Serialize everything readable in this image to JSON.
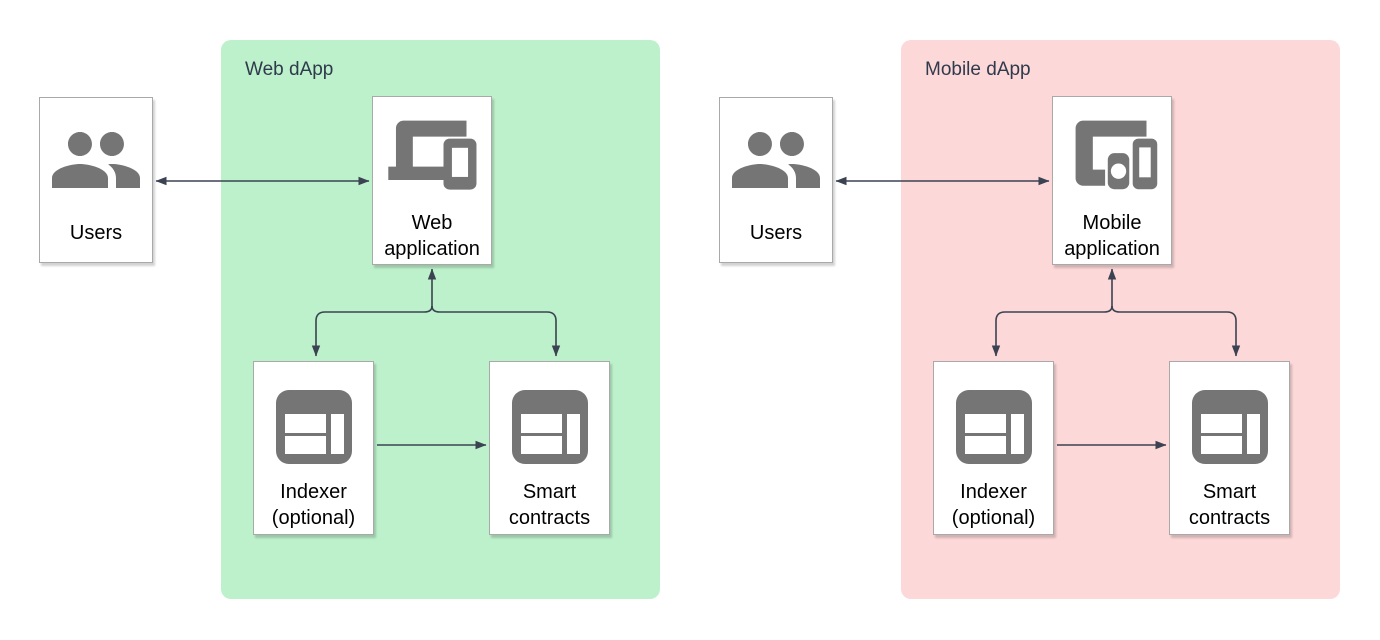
{
  "colors": {
    "panel_green": "#bdf1cb",
    "panel_pink": "#fdd8d8",
    "icon_gray": "#757575",
    "arrow": "#3b4252",
    "box_border": "#a9a9a9",
    "title_text": "#2f3a4d",
    "label_text": "#000000",
    "node_background": "#ffffff",
    "page_background": "#ffffff"
  },
  "icons": {
    "users": "people-icon",
    "web_app": "laptop-and-phone-icon",
    "mobile_app": "tablet-watch-phone-icon",
    "indexer": "browser-window-icon",
    "contracts": "browser-window-icon"
  },
  "web": {
    "panel_title": "Web dApp",
    "users_label": "Users",
    "app_label": "Web application",
    "indexer_label": "Indexer (optional)",
    "contracts_label": "Smart contracts"
  },
  "mobile": {
    "panel_title": "Mobile dApp",
    "users_label": "Users",
    "app_label": "Mobile application",
    "indexer_label": "Indexer (optional)",
    "contracts_label": "Smart contracts"
  }
}
